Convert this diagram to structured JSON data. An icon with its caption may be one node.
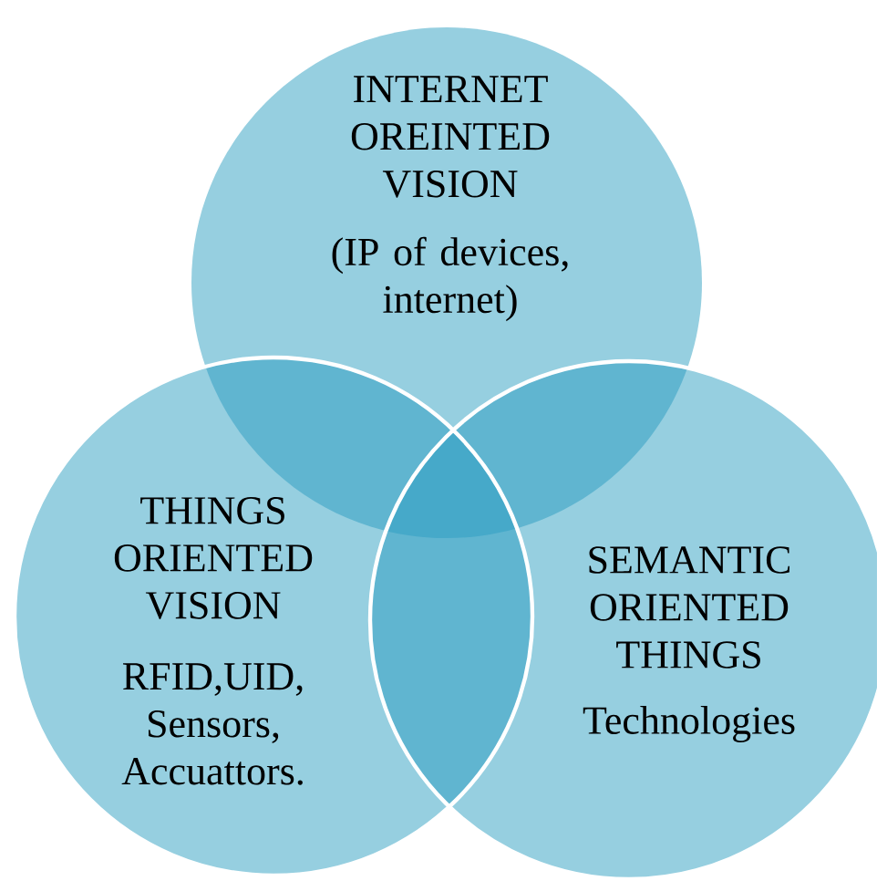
{
  "diagram": {
    "nodes": [
      {
        "text": [
          "INTERNET OREINTED VISION",
          "(IP of devices, internet)"
        ]
      },
      {
        "text": [
          "THINGS ORIENTED VISION",
          "RFID,UID, Sensors, Accuattors."
        ]
      },
      {
        "text": [
          "SEMANTIC ORIENTED THINGS",
          "Technologies"
        ]
      }
    ]
  }
}
